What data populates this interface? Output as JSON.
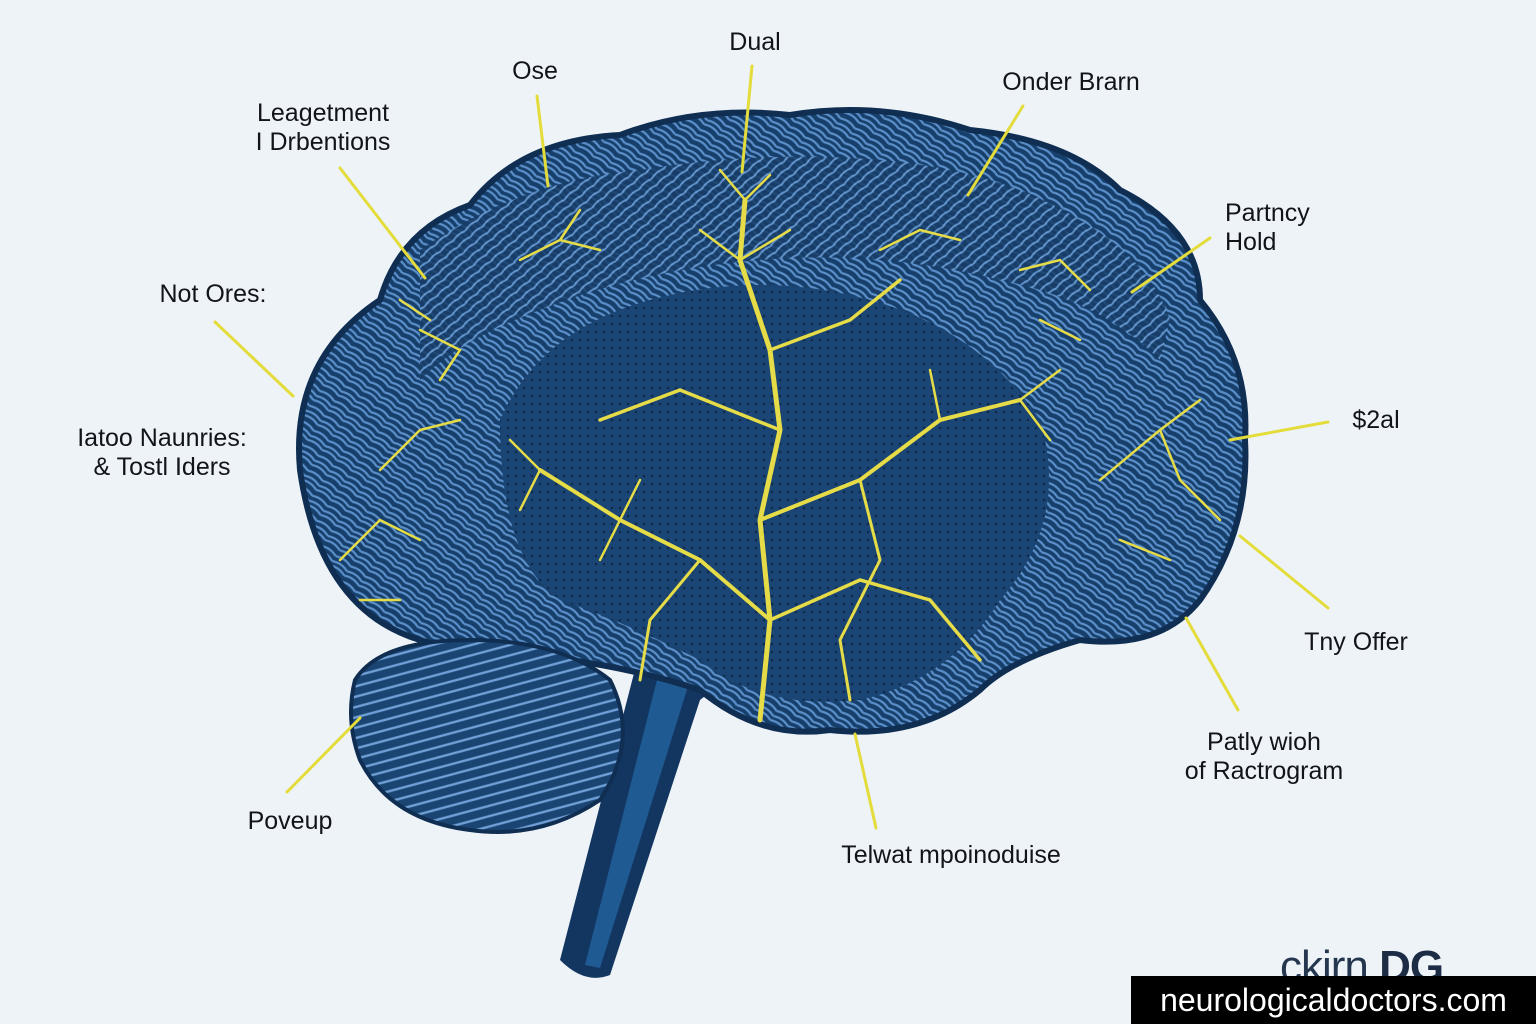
{
  "labels": {
    "dual": "Dual",
    "ose": "Ose",
    "leagetment_1": "Leagetment",
    "leagetment_2": "I Drbentions",
    "onder_brarn": "Onder Brarn",
    "partncy_1": "Partncy",
    "partncy_2": "Hold",
    "not_ores": "Not Ores:",
    "iatoo_1": "Iatoo Naunries:",
    "iatoo_2": "& Tostl Iders",
    "s2al": "$2al",
    "tny_offer": "Tny Offer",
    "patly_1": "Patly wioh",
    "patly_2": "of Ractrogram",
    "telwat": "Telwat mpoinoduise",
    "poveup": "Poveup"
  },
  "logo": {
    "light": "ckirn ",
    "bold": "DG"
  },
  "watermark": "neurologicaldoctors.com",
  "colors": {
    "background": "#eef3f8",
    "brain_dark": "#153a63",
    "brain_fiber": "#5b8fc9",
    "neuron_yellow": "#e6dc48",
    "leader_line": "#e3dc3a",
    "text": "#111418"
  }
}
